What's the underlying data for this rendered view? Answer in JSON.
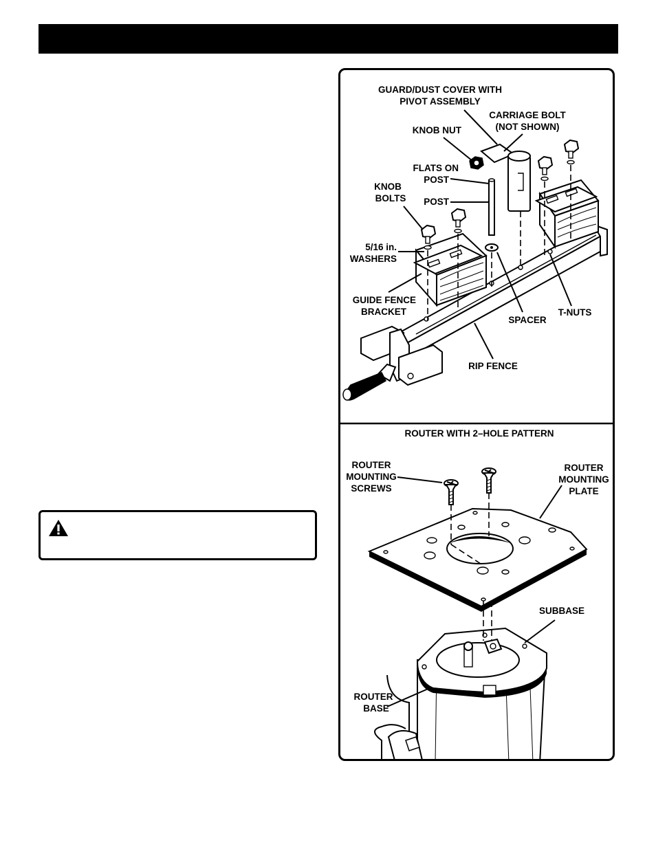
{
  "figure_top": {
    "labels": {
      "guard_line1": "GUARD/DUST COVER WITH",
      "guard_line2": "PIVOT ASSEMBLY",
      "carriage_line1": "CARRIAGE BOLT",
      "carriage_line2": "(NOT SHOWN)",
      "knob_nut": "KNOB NUT",
      "flats_line1": "FLATS ON",
      "flats_line2": "POST",
      "post": "POST",
      "knob_bolts_line1": "KNOB",
      "knob_bolts_line2": "BOLTS",
      "washers_line1": "5/16 in.",
      "washers_line2": "WASHERS",
      "guide_line1": "GUIDE FENCE",
      "guide_line2": "BRACKET",
      "spacer": "SPACER",
      "tnuts": "T-NUTS",
      "rip_fence": "RIP FENCE"
    }
  },
  "figure_bottom": {
    "title": "ROUTER WITH 2–HOLE PATTERN",
    "labels": {
      "screws_line1": "ROUTER",
      "screws_line2": "MOUNTING",
      "screws_line3": "SCREWS",
      "plate_line1": "ROUTER",
      "plate_line2": "MOUNTING",
      "plate_line3": "PLATE",
      "subbase": "SUBBASE",
      "base_line1": "ROUTER",
      "base_line2": "BASE"
    }
  },
  "icons": {
    "warning": "warning-triangle-icon"
  }
}
